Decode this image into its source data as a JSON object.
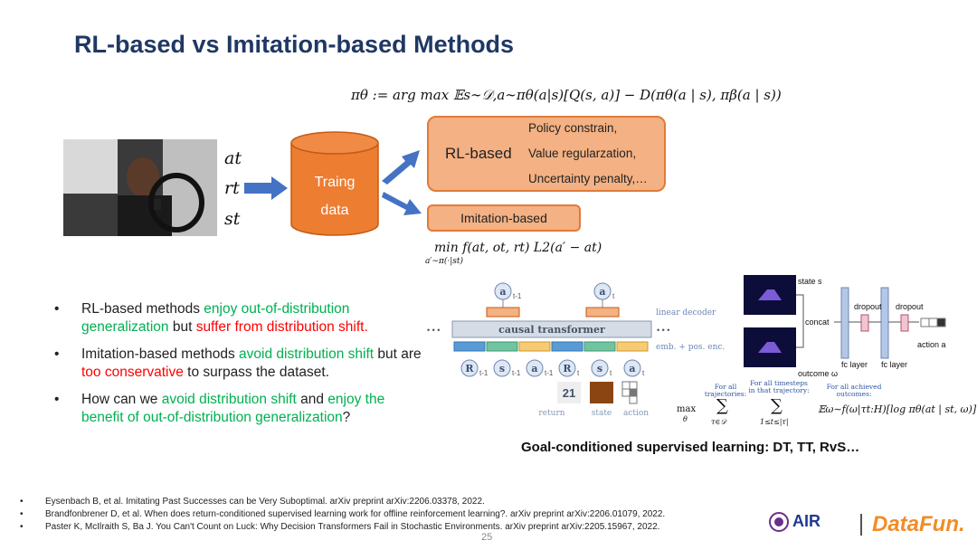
{
  "slide": {
    "title": "RL-based vs Imitation-based Methods",
    "page_number": "25"
  },
  "formulas": {
    "policy": "π_θ := arg max_θ E_{s∼𝒟, a∼π_θ(a|s)}[Q(s,a)] − D(π_θ(a | s), π_β(a | s))",
    "policy_display": "πθ := arg max 𝔼s∼𝒟,a∼πθ(a|s)[Q(s, a)] − D(πθ(a | s), πβ(a | s))",
    "imitation_display": "min   f(at, ot, rt) L2(a′ − at)",
    "imitation_sub": "a′∼π(·|st)"
  },
  "diagram": {
    "variables": [
      "a_t",
      "r_t",
      "s_t"
    ],
    "variables_display": [
      "at",
      "rt",
      "st"
    ],
    "data_line1": "Traing",
    "data_line2": "data",
    "rl_label": "RL-based",
    "rl_items": [
      "Policy constrain,",
      "Value regularzation,",
      "Uncertainty penalty,…"
    ],
    "imitation_label": "Imitation-based"
  },
  "bullets": [
    {
      "a": "RL-based methods ",
      "b": "enjoy out-of-distribution generalization",
      "c": " but ",
      "d": "suffer from distribution shift",
      "e": "."
    },
    {
      "a": "Imitation-based methods ",
      "b": "avoid distribution shift",
      "c": " but are ",
      "d": "too conservative",
      "e": " to surpass the dataset."
    },
    {
      "a": "How can we ",
      "b": "avoid distribution shift",
      "c": " and ",
      "d": "enjoy the benefit of out-of-distribution generalization",
      "e": "?"
    }
  ],
  "transformer": {
    "decoder_label": "linear decoder",
    "core_label": "causal transformer",
    "emb_label": "emb. + pos. enc.",
    "ellipsis": "• • •",
    "top_tokens": [
      {
        "letter": "a",
        "sub": "t-1"
      },
      {
        "letter": "a",
        "sub": "t"
      }
    ],
    "bottom_tokens": [
      {
        "letter": "R",
        "sub": "t-1"
      },
      {
        "letter": "s",
        "sub": "t-1"
      },
      {
        "letter": "a",
        "sub": "t-1"
      },
      {
        "letter": "R",
        "sub": "t"
      },
      {
        "letter": "s",
        "sub": "t"
      },
      {
        "letter": "a",
        "sub": "t"
      }
    ],
    "return_value": "21",
    "legend": [
      "return",
      "state",
      "action"
    ]
  },
  "rvs": {
    "state_label": "state s",
    "outcome_label": "outcome ω",
    "concat_label": "concat",
    "dropout1": "dropout",
    "dropout2": "dropout",
    "fc1": "fc layer",
    "fc2": "fc layer",
    "action_label": "action a",
    "note1": "For all trajectories:",
    "note2": "For all timesteps in that trajectory:",
    "note3": "For all achieved outcomes:",
    "objective": "max Σ Σ 𝔼ω∼f(ω|τt:H)[log πθ(at | st, ω)]",
    "objective_max": "max",
    "objective_max_sub": "θ",
    "sum1_sub": "τ∈𝒟",
    "sum2_sub": "1≤t≤|τ|",
    "expect": "𝔼ω∼f(ω|τt:H)[log πθ(at | st, ω)]"
  },
  "caption": "Goal-conditioned supervised learning: DT, TT, RvS…",
  "references": [
    "Eysenbach B, et al. Imitating Past Successes can be Very Suboptimal. arXiv preprint arXiv:2206.03378, 2022.",
    "Brandfonbrener D, et al. When does return-conditioned supervised learning work for offline reinforcement learning?. arXiv preprint arXiv:2206.01079, 2022.",
    "Paster K, McIlraith S, Ba J. You Can't Count on Luck: Why Decision Transformers Fail in Stochastic Environments. arXiv preprint arXiv:2205.15967, 2022."
  ],
  "logos": {
    "air": "AIR",
    "datafun": "DataFun."
  },
  "colors": {
    "title": "#1f3864",
    "orange_fill": "#f4b183",
    "orange_stroke": "#e07b39",
    "cylinder": "#ed7d31",
    "arrow": "#4472c4",
    "green": "#00b050",
    "red": "#ff0000"
  }
}
